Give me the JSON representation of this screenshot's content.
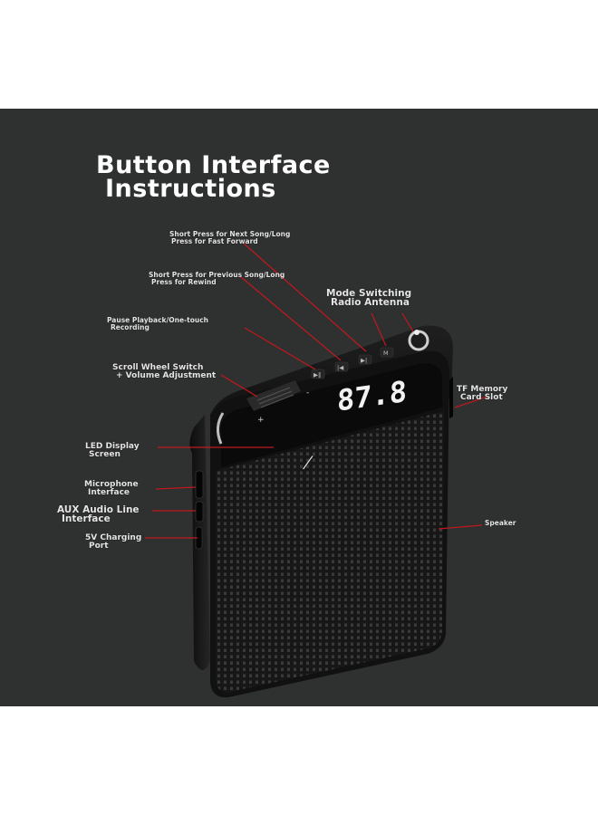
{
  "title": {
    "line1": "Button Interface",
    "line2": "Instructions"
  },
  "led": {
    "digits": "87.8"
  },
  "callouts": {
    "next_song": {
      "line1": "Short Press for Next Song/Long",
      "line2": "Press for Fast Forward"
    },
    "prev_song": {
      "line1": "Short Press for Previous Song/Long",
      "line2": "Press for Rewind"
    },
    "mode_switching": {
      "line1": "Mode Switching",
      "line2": "Radio Antenna"
    },
    "pause": {
      "line1": "Pause Playback/One-touch",
      "line2": "Recording"
    },
    "scroll_wheel": {
      "line1": "Scroll Wheel Switch",
      "line2": "+ Volume Adjustment"
    },
    "tf_card": {
      "line1": "TF Memory",
      "line2": "Card Slot"
    },
    "led_display": {
      "line1": "LED Display",
      "line2": "Screen"
    },
    "microphone": {
      "line1": "Microphone",
      "line2": "Interface"
    },
    "aux": {
      "line1": "AUX Audio Line",
      "line2": "Interface"
    },
    "charging": {
      "line1": "5V Charging",
      "line2": "Port"
    },
    "speaker": {
      "line1": "Speaker"
    }
  },
  "colors": {
    "background": "#2f3030",
    "leader_line": "#c0191e",
    "device_body": "#151515",
    "led": "#f2f2f2"
  }
}
